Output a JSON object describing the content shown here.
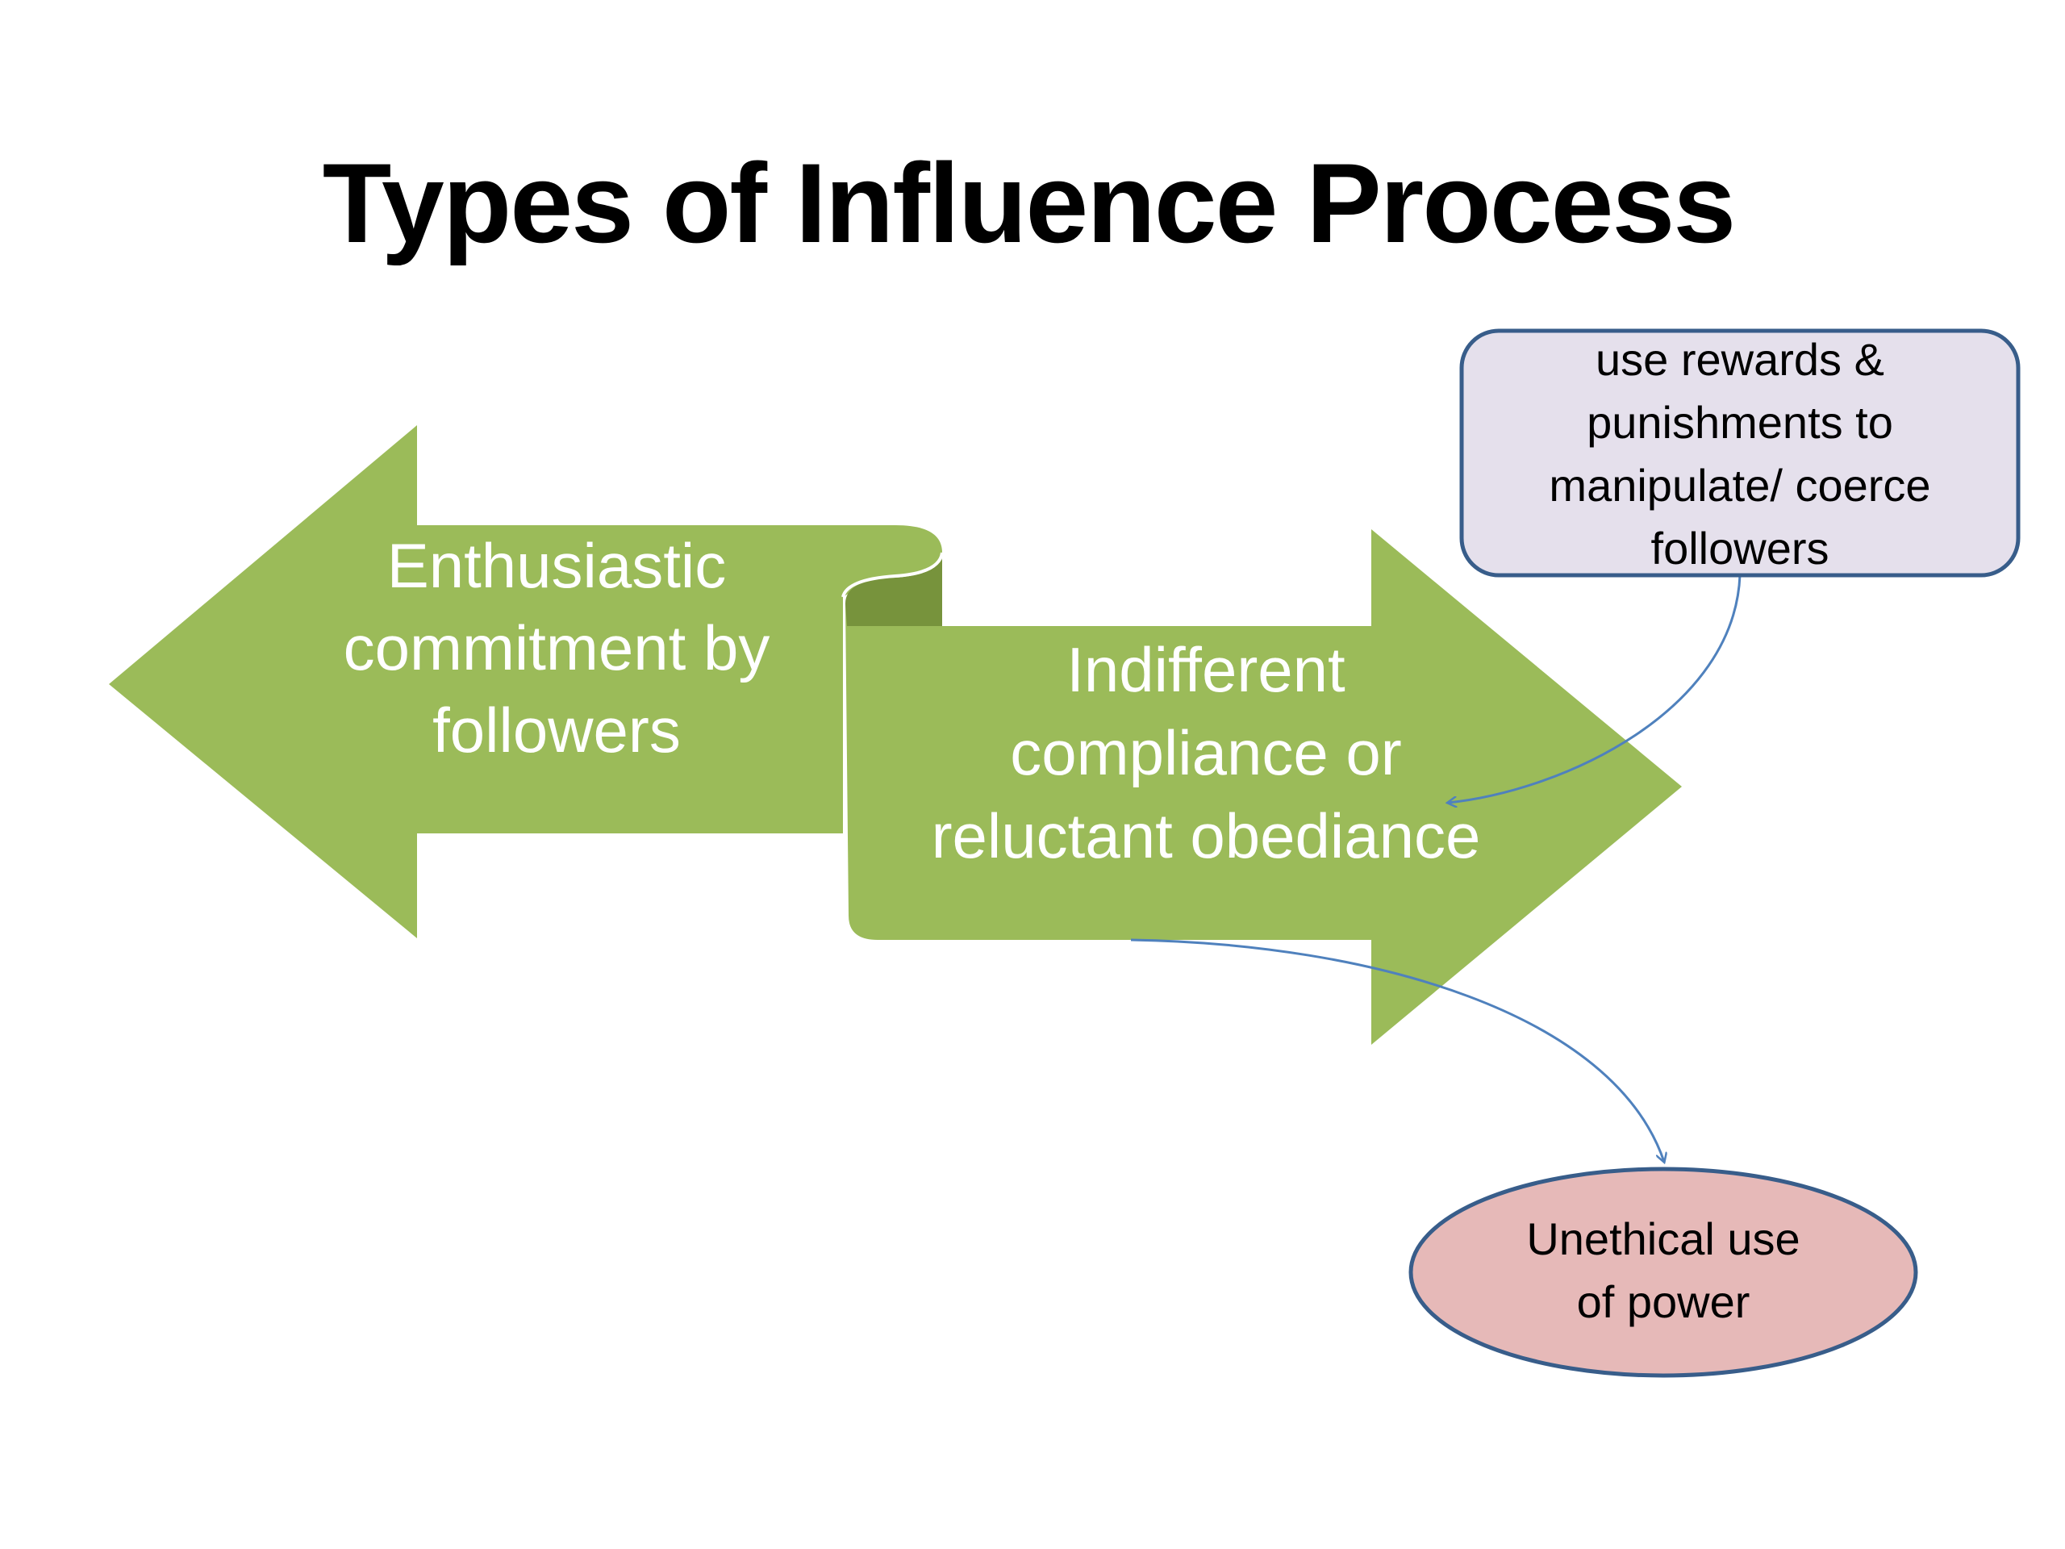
{
  "title": "Types of Influence Process",
  "left_arrow": {
    "lines": [
      "Enthusiastic",
      "commitment by",
      "followers"
    ]
  },
  "right_arrow": {
    "lines": [
      "Indifferent",
      "compliance or",
      "reluctant obediance"
    ]
  },
  "note_box": {
    "lines": [
      "use rewards &",
      "punishments to",
      "manipulate/ coerce",
      "followers"
    ]
  },
  "oval": {
    "lines": [
      "Unethical use",
      "of power"
    ]
  },
  "colors": {
    "arrow_fill": "#9bbb59",
    "arrow_fold": "#77933c",
    "arrow_text": "#ffffff",
    "note_fill": "#e5e0ec",
    "note_border": "#385d8a",
    "oval_fill": "#e6b9b8",
    "oval_border": "#385d8a",
    "connector": "#4f81bd",
    "title_text": "#000000"
  }
}
